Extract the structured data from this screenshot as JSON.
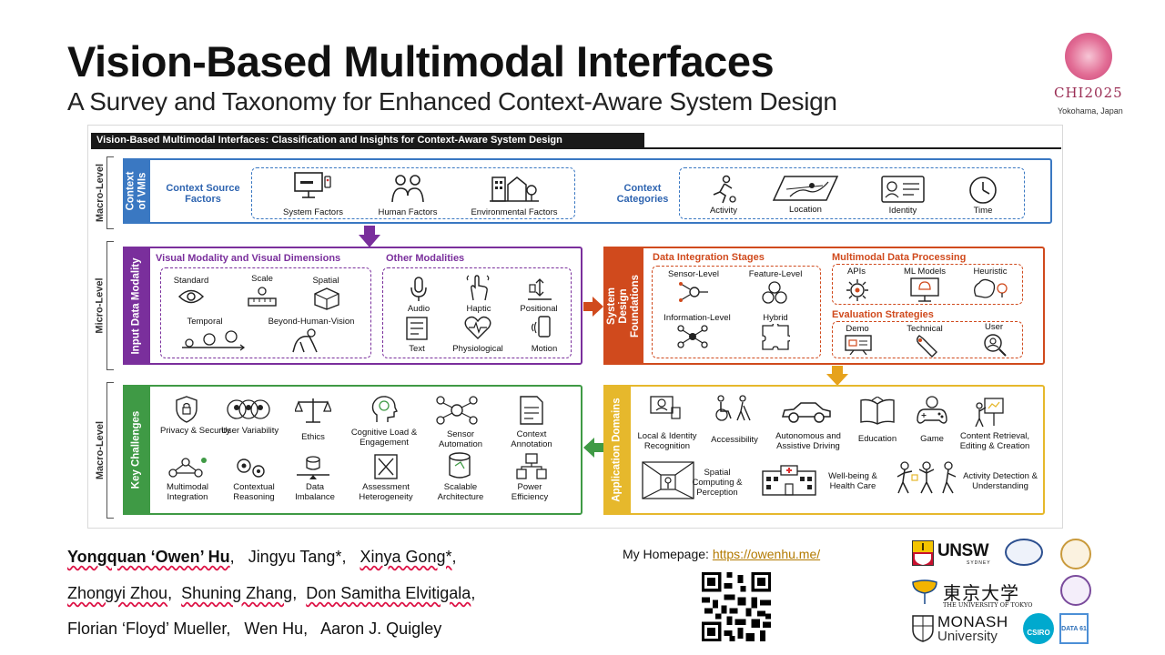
{
  "title": "Vision-Based Multimodal Interfaces",
  "subtitle": "A Survey and Taxonomy for Enhanced Context-Aware System Design",
  "conference": {
    "name": "CHI2025",
    "location": "Yokohama, Japan"
  },
  "figure": {
    "header": "Vision-Based Multimodal Interfaces: Classification and Insights for Context-Aware System Design",
    "levels": {
      "top": "Macro-Level",
      "middle": "Micro-Level",
      "bottom": "Macro-Level"
    },
    "context": {
      "tab": "Context of VMIs",
      "source_label": "Context Source Factors",
      "source_items": [
        "System Factors",
        "Human Factors",
        "Environmental Factors"
      ],
      "categories_label": "Context Categories",
      "category_items": [
        "Activity",
        "Location",
        "Identity",
        "Time"
      ]
    },
    "input": {
      "tab": "Input Data Modality",
      "visual_label": "Visual Modality and Visual Dimensions",
      "visual_items": [
        "Standard",
        "Scale",
        "Spatial",
        "Temporal",
        "Beyond-Human-Vision"
      ],
      "other_label": "Other Modalities",
      "other_items": [
        "Audio",
        "Haptic",
        "Positional",
        "Text",
        "Physiological",
        "Motion"
      ]
    },
    "system": {
      "tab": "System Design Foundations",
      "integration_label": "Data Integration Stages",
      "integration_items": [
        "Sensor-Level",
        "Feature-Level",
        "Information-Level",
        "Hybrid"
      ],
      "processing_label": "Multimodal Data Processing",
      "processing_items": [
        "APIs",
        "ML Models",
        "Heuristic"
      ],
      "evaluation_label": "Evaluation Strategies",
      "evaluation_items": [
        "Demo",
        "Technical",
        "User"
      ]
    },
    "challenges": {
      "tab": "Key Challenges",
      "items": [
        "Privacy & Security",
        "User Variability",
        "Ethics",
        "Cognitive Load & Engagement",
        "Sensor Automation",
        "Context Annotation",
        "Multimodal Integration",
        "Contextual Reasoning",
        "Data Imbalance",
        "Assessment Heterogeneity",
        "Scalable Architecture",
        "Power Efficiency"
      ]
    },
    "applications": {
      "tab": "Application Domains",
      "items": [
        "Local & Identity Recognition",
        "Accessibility",
        "Autonomous and Assistive Driving",
        "Education",
        "Game",
        "Content Retrieval, Editing & Creation",
        "Spatial Computing & Perception",
        "Well-being & Health Care",
        "Activity Detection & Understanding"
      ]
    },
    "colors": {
      "blue": "#3a78c2",
      "purple": "#7a2f9c",
      "orange": "#d04a1d",
      "green": "#3f9a45",
      "yellow": "#e6b82c"
    }
  },
  "authors": {
    "line1": [
      "Yongquan ‘Owen’ Hu",
      "Jingyu Tang*",
      "Xinya Gong*"
    ],
    "line2": [
      "Zhongyi Zhou",
      "Shuning Zhang",
      "Don Samitha Elvitigala"
    ],
    "line3": [
      "Florian ‘Floyd’ Mueller",
      "Wen Hu",
      "Aaron J. Quigley"
    ]
  },
  "homepage": {
    "label": "My Homepage:",
    "url": "https://owenhu.me/"
  },
  "logos": {
    "unsw": "UNSW",
    "unsw_sub": "SYDNEY",
    "tokyo": "東京大学",
    "tokyo_sub": "THE UNIVERSITY OF TOKYO",
    "monash": "MONASH",
    "monash_sub": "University",
    "csiro": "CSIRO",
    "data61": "DATA 61"
  }
}
